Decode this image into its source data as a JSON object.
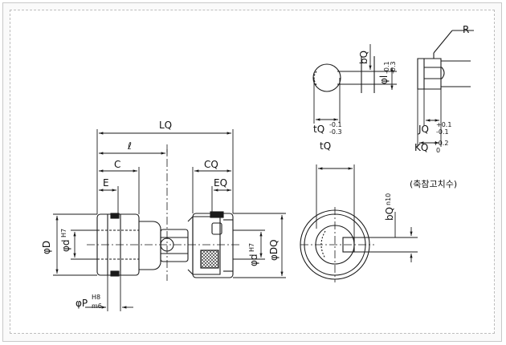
{
  "labels": {
    "LQ": "LQ",
    "l": "ℓ",
    "C": "C",
    "E": "E",
    "CQ": "CQ",
    "EQ": "EQ",
    "phiD": "φD",
    "phid_H7_left": "φd",
    "H7": "H7",
    "phid_H7_right": "φd",
    "phiDQ": "φDQ",
    "phiP": "φP",
    "P_sup": "H8",
    "P_sub": "m6",
    "R": "R",
    "bQ_top": "bQ",
    "phi_l": "φl",
    "phi_l_tol_top": "-0.1",
    "phi_l_tol_bot": "-0.3",
    "tQ": "tQ",
    "tQ_tol_top": "-0.1",
    "tQ_tol_bot": "-0.3",
    "tQ_bottom": "tQ",
    "JQ": "JQ",
    "JQ_tol_top": "+0.1",
    "JQ_tol_bot": "-0.1",
    "KQ": "KQ",
    "KQ_tol_top": "+0.2",
    "KQ_tol_bot": "0",
    "shaft_dims": "(축참고치수)",
    "bQ_side": "bQ",
    "bQ_side_sup": "n10"
  },
  "colors": {
    "line": "#1a1a1a",
    "frame": "#c8c8c8"
  }
}
